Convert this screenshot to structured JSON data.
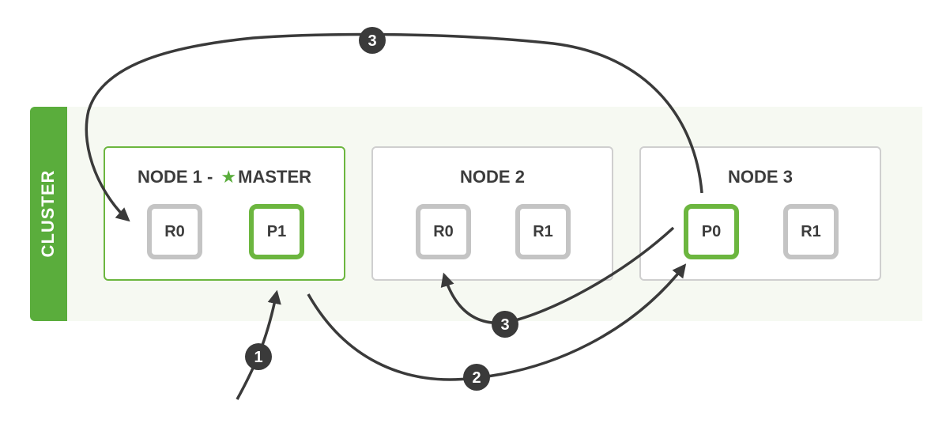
{
  "cluster": {
    "label": "CLUSTER"
  },
  "nodes": [
    {
      "name": "NODE 1 - ",
      "badge": "MASTER",
      "badge_icon": "star-icon",
      "is_master": true,
      "shards": [
        {
          "label": "R0",
          "primary": false
        },
        {
          "label": "P1",
          "primary": true
        }
      ]
    },
    {
      "name": "NODE 2",
      "shards": [
        {
          "label": "R0",
          "primary": false
        },
        {
          "label": "R1",
          "primary": false
        }
      ]
    },
    {
      "name": "NODE 3",
      "shards": [
        {
          "label": "P0",
          "primary": true
        },
        {
          "label": "R1",
          "primary": false
        }
      ]
    }
  ],
  "steps": [
    {
      "label": "1"
    },
    {
      "label": "2"
    },
    {
      "label": "3"
    },
    {
      "label": "3"
    }
  ],
  "colors": {
    "accent": "#6cb63f",
    "cluster_bar": "#5aad3c",
    "replica_border": "#c4c4c4",
    "arrow": "#3a3a3a"
  }
}
